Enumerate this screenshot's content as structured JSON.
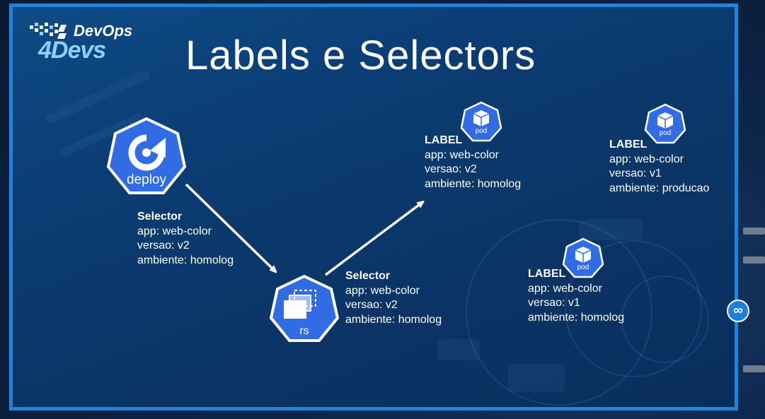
{
  "title": "Labels e Selectors",
  "logo": {
    "line1": "DevOps",
    "line2": "4Devs"
  },
  "deploy": {
    "icon_label": "deploy",
    "heading": "Selector",
    "app": "app: web-color",
    "versao": "versao:  v2",
    "ambiente": "ambiente:  homolog"
  },
  "rs": {
    "icon_label": "rs",
    "heading": "Selector",
    "app": "app: web-color",
    "versao": "versao:  v2",
    "ambiente": "ambiente:  homolog"
  },
  "pods": [
    {
      "icon_label": "pod",
      "heading": "LABEL",
      "app": "app: web-color",
      "versao": "versao:  v2",
      "ambiente": "ambiente:  homolog"
    },
    {
      "icon_label": "pod",
      "heading": "LABEL",
      "app": "app: web-color",
      "versao": "versao:  v1",
      "ambiente": "ambiente:  producao"
    },
    {
      "icon_label": "pod",
      "heading": "LABEL",
      "app": "app: web-color",
      "versao": "versao:  v1",
      "ambiente": "ambiente:  homolog"
    }
  ],
  "colors": {
    "k8s_blue": "#326ce5",
    "frame_border": "#1b86e0",
    "logo_accent": "#8fd0ff"
  },
  "badge_icon": "infinity-icon"
}
